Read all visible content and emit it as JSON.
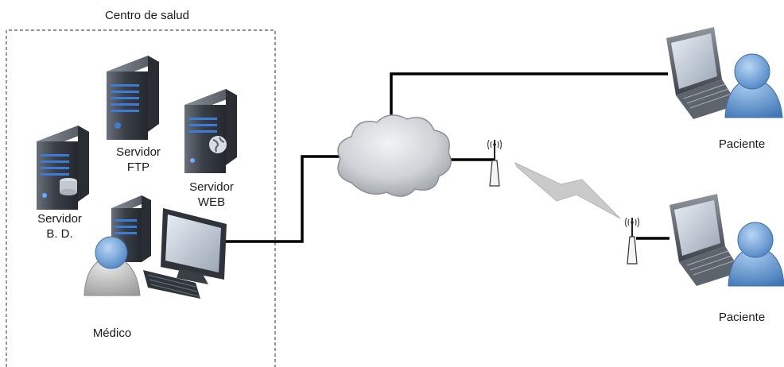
{
  "diagram": {
    "group_title": "Centro de salud",
    "nodes": {
      "server_db": {
        "line1": "Servidor",
        "line2": "B. D."
      },
      "server_ftp": {
        "line1": "Servidor",
        "line2": "FTP"
      },
      "server_web": {
        "line1": "Servidor",
        "line2": "WEB"
      },
      "doctor": {
        "label": "Médico"
      },
      "patient_top": {
        "label": "Paciente"
      },
      "patient_bottom": {
        "label": "Paciente"
      }
    },
    "icons": [
      "database-server-icon",
      "ftp-server-icon",
      "web-server-icon",
      "doctor-workstation-icon",
      "internet-cloud-icon",
      "wireless-antenna-icon",
      "wireless-link-icon",
      "laptop-icon",
      "user-icon"
    ],
    "colors": {
      "server_body": "#3a3f47",
      "server_accent": "#3d7bd9",
      "cloud_fill": "#d6d8dc",
      "user_blue": "#6fa4dd",
      "user_grey": "#c8c8c8",
      "link_line": "#000000",
      "wireless_bolt": "#c9c9c9"
    }
  }
}
